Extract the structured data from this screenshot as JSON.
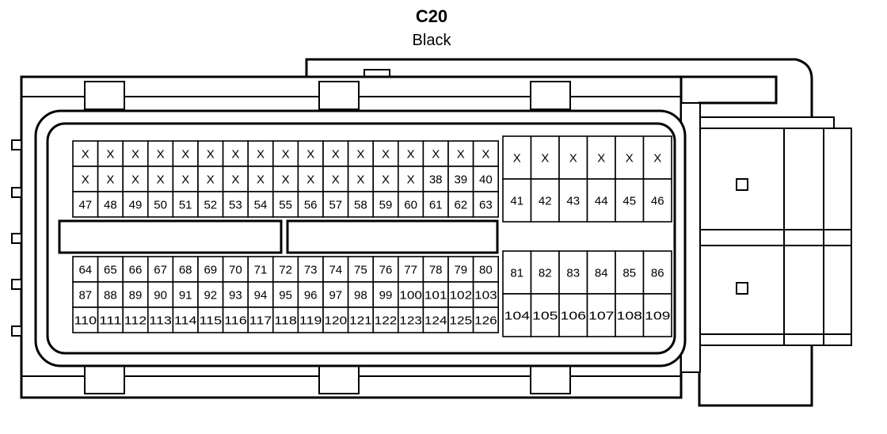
{
  "connector": {
    "id": "C20",
    "color": "Black"
  },
  "left_block_top": [
    [
      "X",
      "X",
      "X",
      "X",
      "X",
      "X",
      "X",
      "X",
      "X",
      "X",
      "X",
      "X",
      "X",
      "X",
      "X",
      "X",
      "X"
    ],
    [
      "X",
      "X",
      "X",
      "X",
      "X",
      "X",
      "X",
      "X",
      "X",
      "X",
      "X",
      "X",
      "X",
      "X",
      "38",
      "39",
      "40"
    ],
    [
      "47",
      "48",
      "49",
      "50",
      "51",
      "52",
      "53",
      "54",
      "55",
      "56",
      "57",
      "58",
      "59",
      "60",
      "61",
      "62",
      "63"
    ]
  ],
  "left_block_bottom": [
    [
      "64",
      "65",
      "66",
      "67",
      "68",
      "69",
      "70",
      "71",
      "72",
      "73",
      "74",
      "75",
      "76",
      "77",
      "78",
      "79",
      "80"
    ],
    [
      "87",
      "88",
      "89",
      "90",
      "91",
      "92",
      "93",
      "94",
      "95",
      "96",
      "97",
      "98",
      "99",
      "100",
      "101",
      "102",
      "103"
    ],
    [
      "110",
      "111",
      "112",
      "113",
      "114",
      "115",
      "116",
      "117",
      "118",
      "119",
      "120",
      "121",
      "122",
      "123",
      "124",
      "125",
      "126"
    ]
  ],
  "right_block_top": [
    [
      "X",
      "X",
      "X",
      "X",
      "X",
      "X"
    ],
    [
      "41",
      "42",
      "43",
      "44",
      "45",
      "46"
    ]
  ],
  "right_block_bottom": [
    [
      "81",
      "82",
      "83",
      "84",
      "85",
      "86"
    ],
    [
      "104",
      "105",
      "106",
      "107",
      "108",
      "109"
    ]
  ]
}
